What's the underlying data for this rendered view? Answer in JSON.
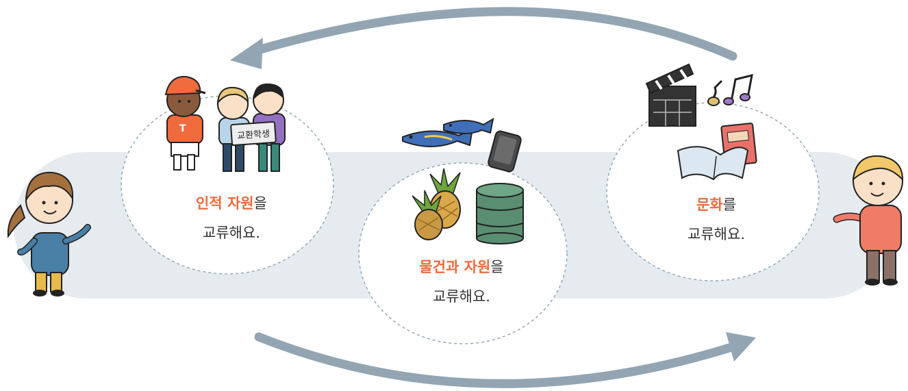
{
  "bubbles": [
    {
      "id": "human",
      "highlight": "인적 자원",
      "suffix": "을",
      "line2": "교류해요.",
      "sign_text": "교환학생"
    },
    {
      "id": "goods",
      "highlight": "물건과 자원",
      "suffix": "을",
      "line2": "교류해요."
    },
    {
      "id": "culture",
      "highlight": "문화",
      "suffix": "를",
      "line2": "교류해요."
    }
  ],
  "colors": {
    "highlight": "#ef6a3c",
    "band": "#e6ebef",
    "arrow": "#93a5b3",
    "bubble_border": "#8fa9b6"
  },
  "icons": [
    "girl-character-icon",
    "boy-character-icon",
    "exchange-students-icon",
    "fish-icon",
    "phone-icon",
    "pineapple-icon",
    "oil-barrel-icon",
    "clapperboard-icon",
    "music-note-icon",
    "book-icon"
  ]
}
